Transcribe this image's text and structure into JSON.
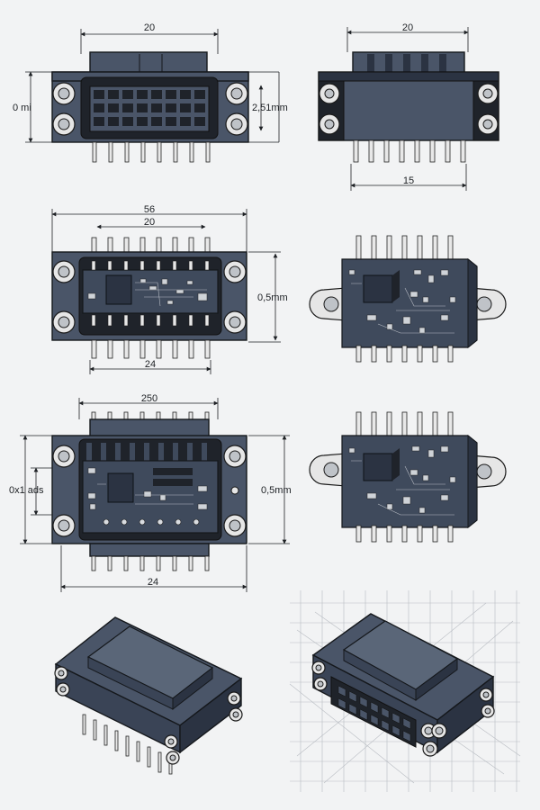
{
  "views": {
    "front_top": {
      "width_label": "20",
      "left_label": "0 mi",
      "right_label": "2,51mm"
    },
    "back_top": {
      "width_label": "20",
      "bottom_label": "15"
    },
    "pcb_front": {
      "outer_width_label": "56",
      "inner_width_label": "20",
      "right_label": "0,5mm",
      "bottom_label": "24"
    },
    "pcb_front_large": {
      "width_label": "250",
      "left_label": "0x1 ads",
      "right_label": "0,5mm",
      "bottom_label": "24"
    }
  },
  "colors": {
    "body": "#4a5568",
    "outline": "#15181c",
    "pcb": "#3f4a5c",
    "background": "#f2f3f4"
  }
}
